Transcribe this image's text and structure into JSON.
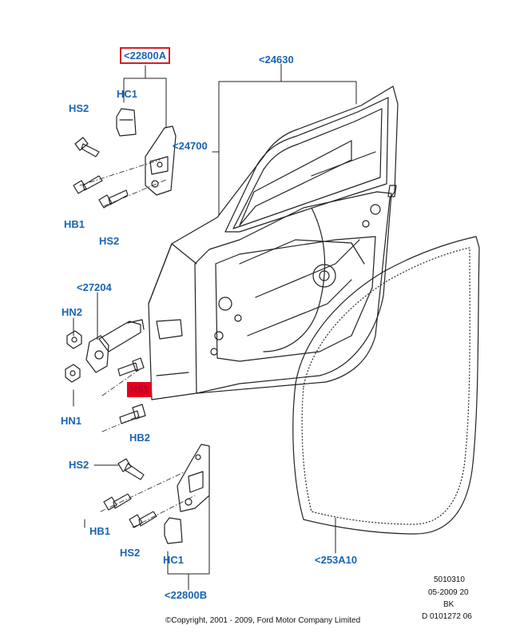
{
  "colors": {
    "callout_text": "#1a64b4",
    "highlight_box": "#d21e28",
    "highlight_fill": "#e4001c",
    "line_art": "#222222"
  },
  "callouts": {
    "c22800a": "<22800A",
    "c24630": "<24630",
    "hc1_top": "HC1",
    "hs2_top": "HS2",
    "c24700": "<24700",
    "hb1_top": "HB1",
    "hs2_mid": "HS2",
    "c27204": "<27204",
    "hn2": "HN2",
    "hn1": "HN1",
    "hs1": "HS1",
    "hb2": "HB2",
    "hs2_low": "HS2",
    "hb1_low": "HB1",
    "hs2_bottom": "HS2",
    "hc1_bottom": "HC1",
    "c22800b": "<22800B",
    "c253a10": "<253A10"
  },
  "meta": {
    "line1": "5010310",
    "line2": "05-2009 20",
    "line3": "BK",
    "line4": "D 0101272 06"
  },
  "copyright": "©Copyright, 2001 - 2009, Ford Motor Company Limited"
}
